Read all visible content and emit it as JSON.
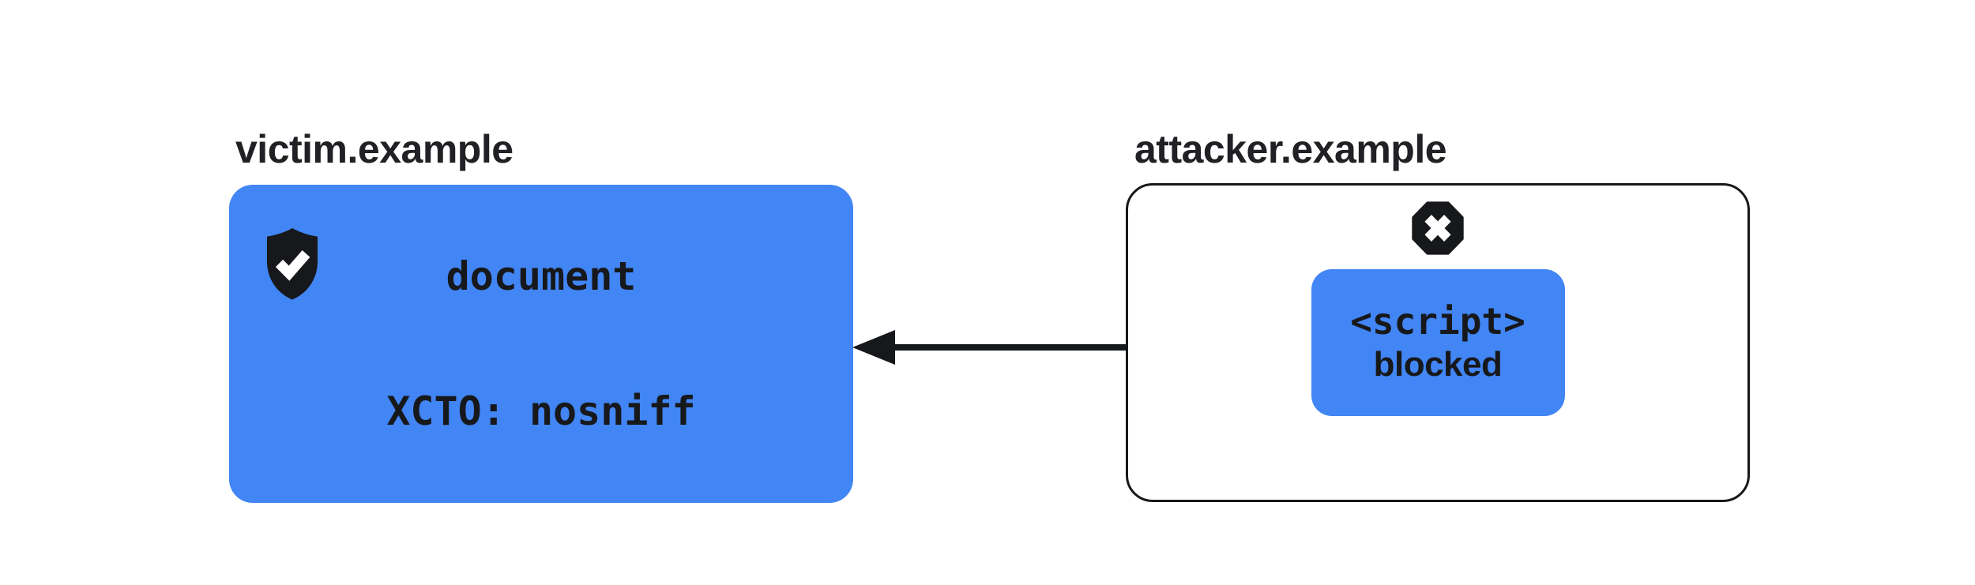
{
  "canvas": {
    "background": "#FFFFFF"
  },
  "colors": {
    "accent_blue": "#4285F4",
    "ink": "#17181B",
    "label_text": "#202124",
    "icon_glyph_white": "#FFFFFF"
  },
  "victim": {
    "label": "victim.example",
    "icon": "shield-check-icon",
    "lines": [
      "document",
      "XCTO: nosniff"
    ]
  },
  "attacker": {
    "label": "attacker.example",
    "icon": "blocked-x-icon",
    "script_box": {
      "lines": [
        "<script>",
        "blocked"
      ]
    }
  },
  "arrow": {
    "name": "blocked-request-arrow"
  }
}
